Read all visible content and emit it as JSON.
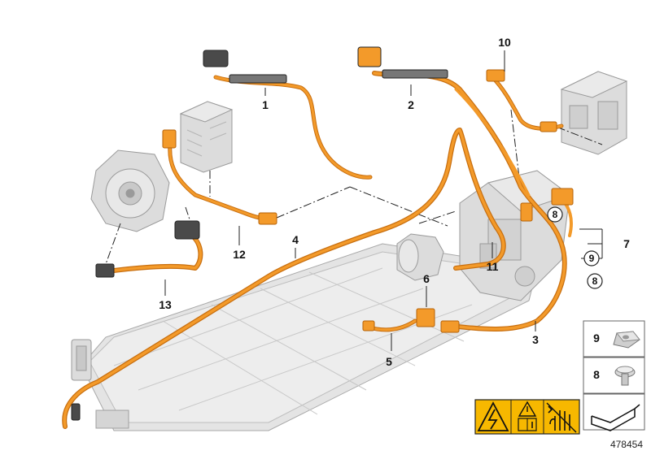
{
  "callouts": {
    "c1": "1",
    "c2": "2",
    "c3": "3",
    "c4": "4",
    "c5": "5",
    "c6": "6",
    "c7": "7",
    "c8a": "8",
    "c8b": "8",
    "c9a": "9",
    "c10": "10",
    "c11": "11",
    "c12": "12",
    "c13": "13"
  },
  "legend": {
    "nut_label": "9",
    "screw_label": "8"
  },
  "catalog_id": "478454",
  "colors": {
    "cable": "#f39a2a",
    "cable_dark": "#c86f10",
    "component": "#d9d9d9",
    "component_line": "#9a9a9a",
    "warning": "#f7b800",
    "battery": "#e2e2e2"
  },
  "icons": [
    "high-voltage-warning-icon",
    "caution-info-icon",
    "no-touch-hand-icon",
    "arrow-sketch-icon"
  ]
}
